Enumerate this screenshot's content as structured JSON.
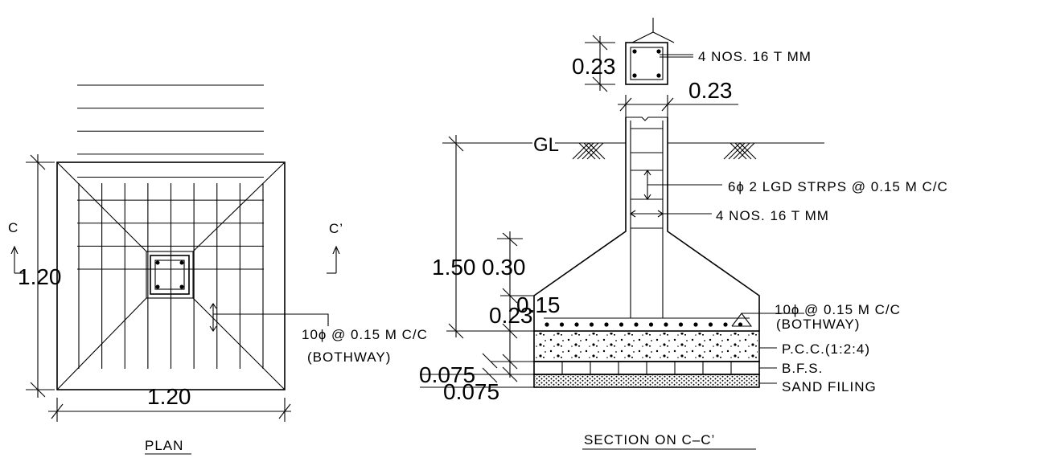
{
  "plan": {
    "title": "PLAN",
    "dim_width": "1.20",
    "dim_height": "1.20",
    "section_mark_left": "C",
    "section_mark_right": "C’",
    "bar_note": "10ɸ  @ 0.15 M C/C",
    "bar_note_2": "(BOTHWAY)"
  },
  "column_section": {
    "dim_side": "0.23",
    "main_bars": "4 NOS. 16  T  MM"
  },
  "section": {
    "title": "SECTION ON C–C’",
    "ground_level": "GL",
    "dim_col_width": "0.23",
    "stirrups": "6ɸ   2 LGD STRPS @ 0.15 M C/C",
    "main_bars": "4 NOS. 16  T  MM",
    "dim_depth": "1.50",
    "dim_taper": "0.30",
    "dim_footing_edge": "0.15",
    "dim_footing_thk": "0.23",
    "dim_pcc": "0.075",
    "dim_bfs": "0.075",
    "bottom_bars": "10ɸ  @ 0.15 M C/C",
    "bottom_bars_2": "(BOTHWAY)",
    "pcc": "P.C.C.(1:2:4)",
    "bfs": "B.F.S.",
    "sand": "SAND FILING"
  }
}
